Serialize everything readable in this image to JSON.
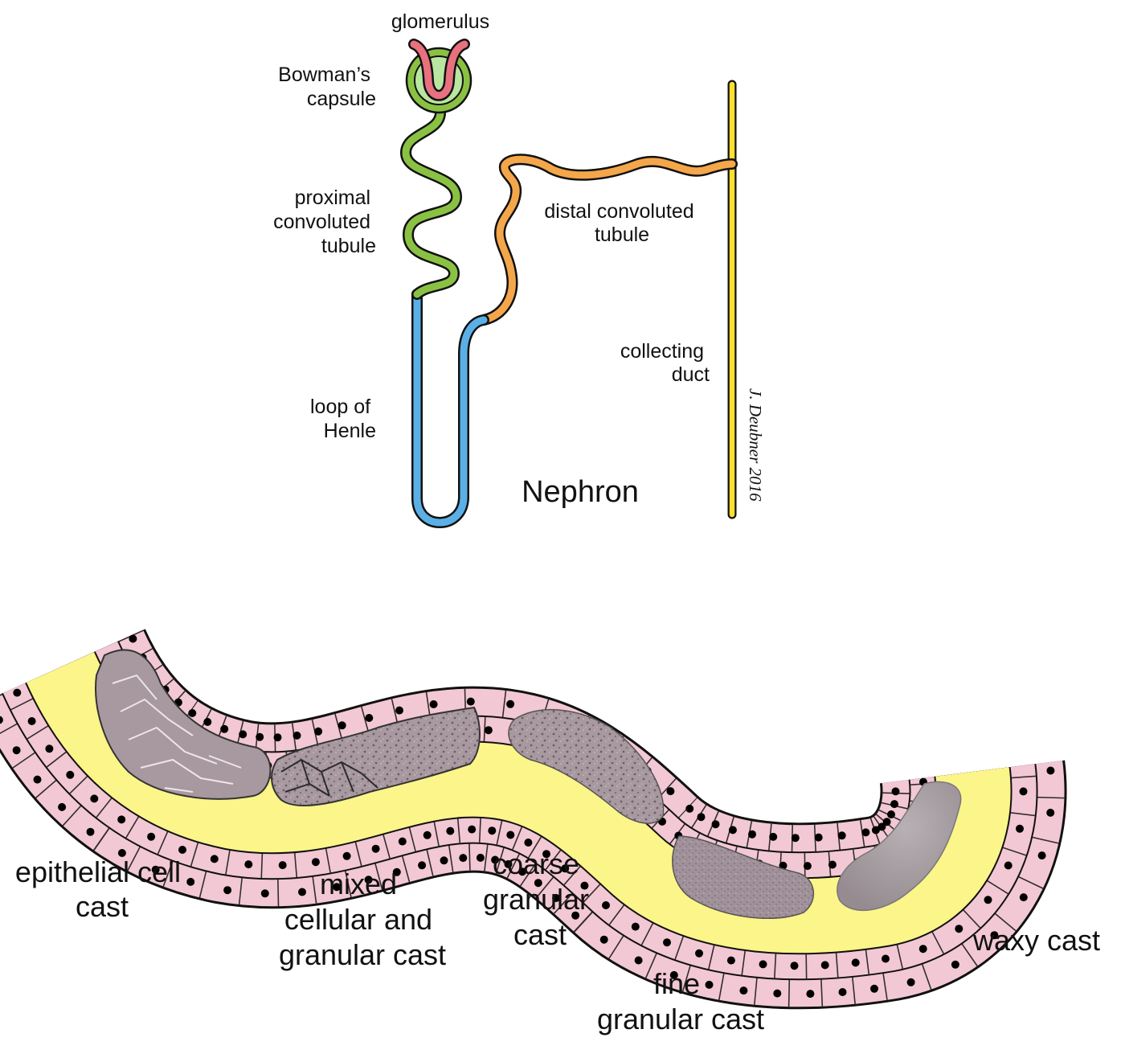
{
  "nephron": {
    "title": "Nephron",
    "signature": "J. Deubner 2016",
    "labels": {
      "glomerulus": "glomerulus",
      "bowmans_capsule": [
        "Bowman’s",
        "capsule"
      ],
      "proximal_tubule": [
        "proximal",
        "convoluted",
        "tubule"
      ],
      "loop_of_henle": [
        "loop of",
        "Henle"
      ],
      "distal_tubule": [
        "distal convoluted",
        "tubule"
      ],
      "collecting_duct": [
        "collecting",
        "duct"
      ]
    },
    "colors": {
      "glomerulus": "#e8707f",
      "bowmans_capsule": "#8ed06a",
      "proximal_tubule": "#8ac143",
      "loop_of_henle": "#5ab0e6",
      "distal_tubule": "#f4a64a",
      "collecting_duct": "#fbe02c"
    }
  },
  "casts": {
    "labels": {
      "epithelial": [
        "epithelial cell",
        "cast"
      ],
      "mixed": [
        "mixed",
        "cellular and",
        "granular cast"
      ],
      "coarse": [
        "coarse",
        "granular",
        "cast"
      ],
      "fine": [
        "fine",
        "granular cast"
      ],
      "waxy": [
        "waxy cast"
      ]
    },
    "colors": {
      "epithelium": "#f2c8d4",
      "lumen": "#fbf58a",
      "cast": "#9f9198",
      "waxy": "#a49ca0"
    }
  }
}
